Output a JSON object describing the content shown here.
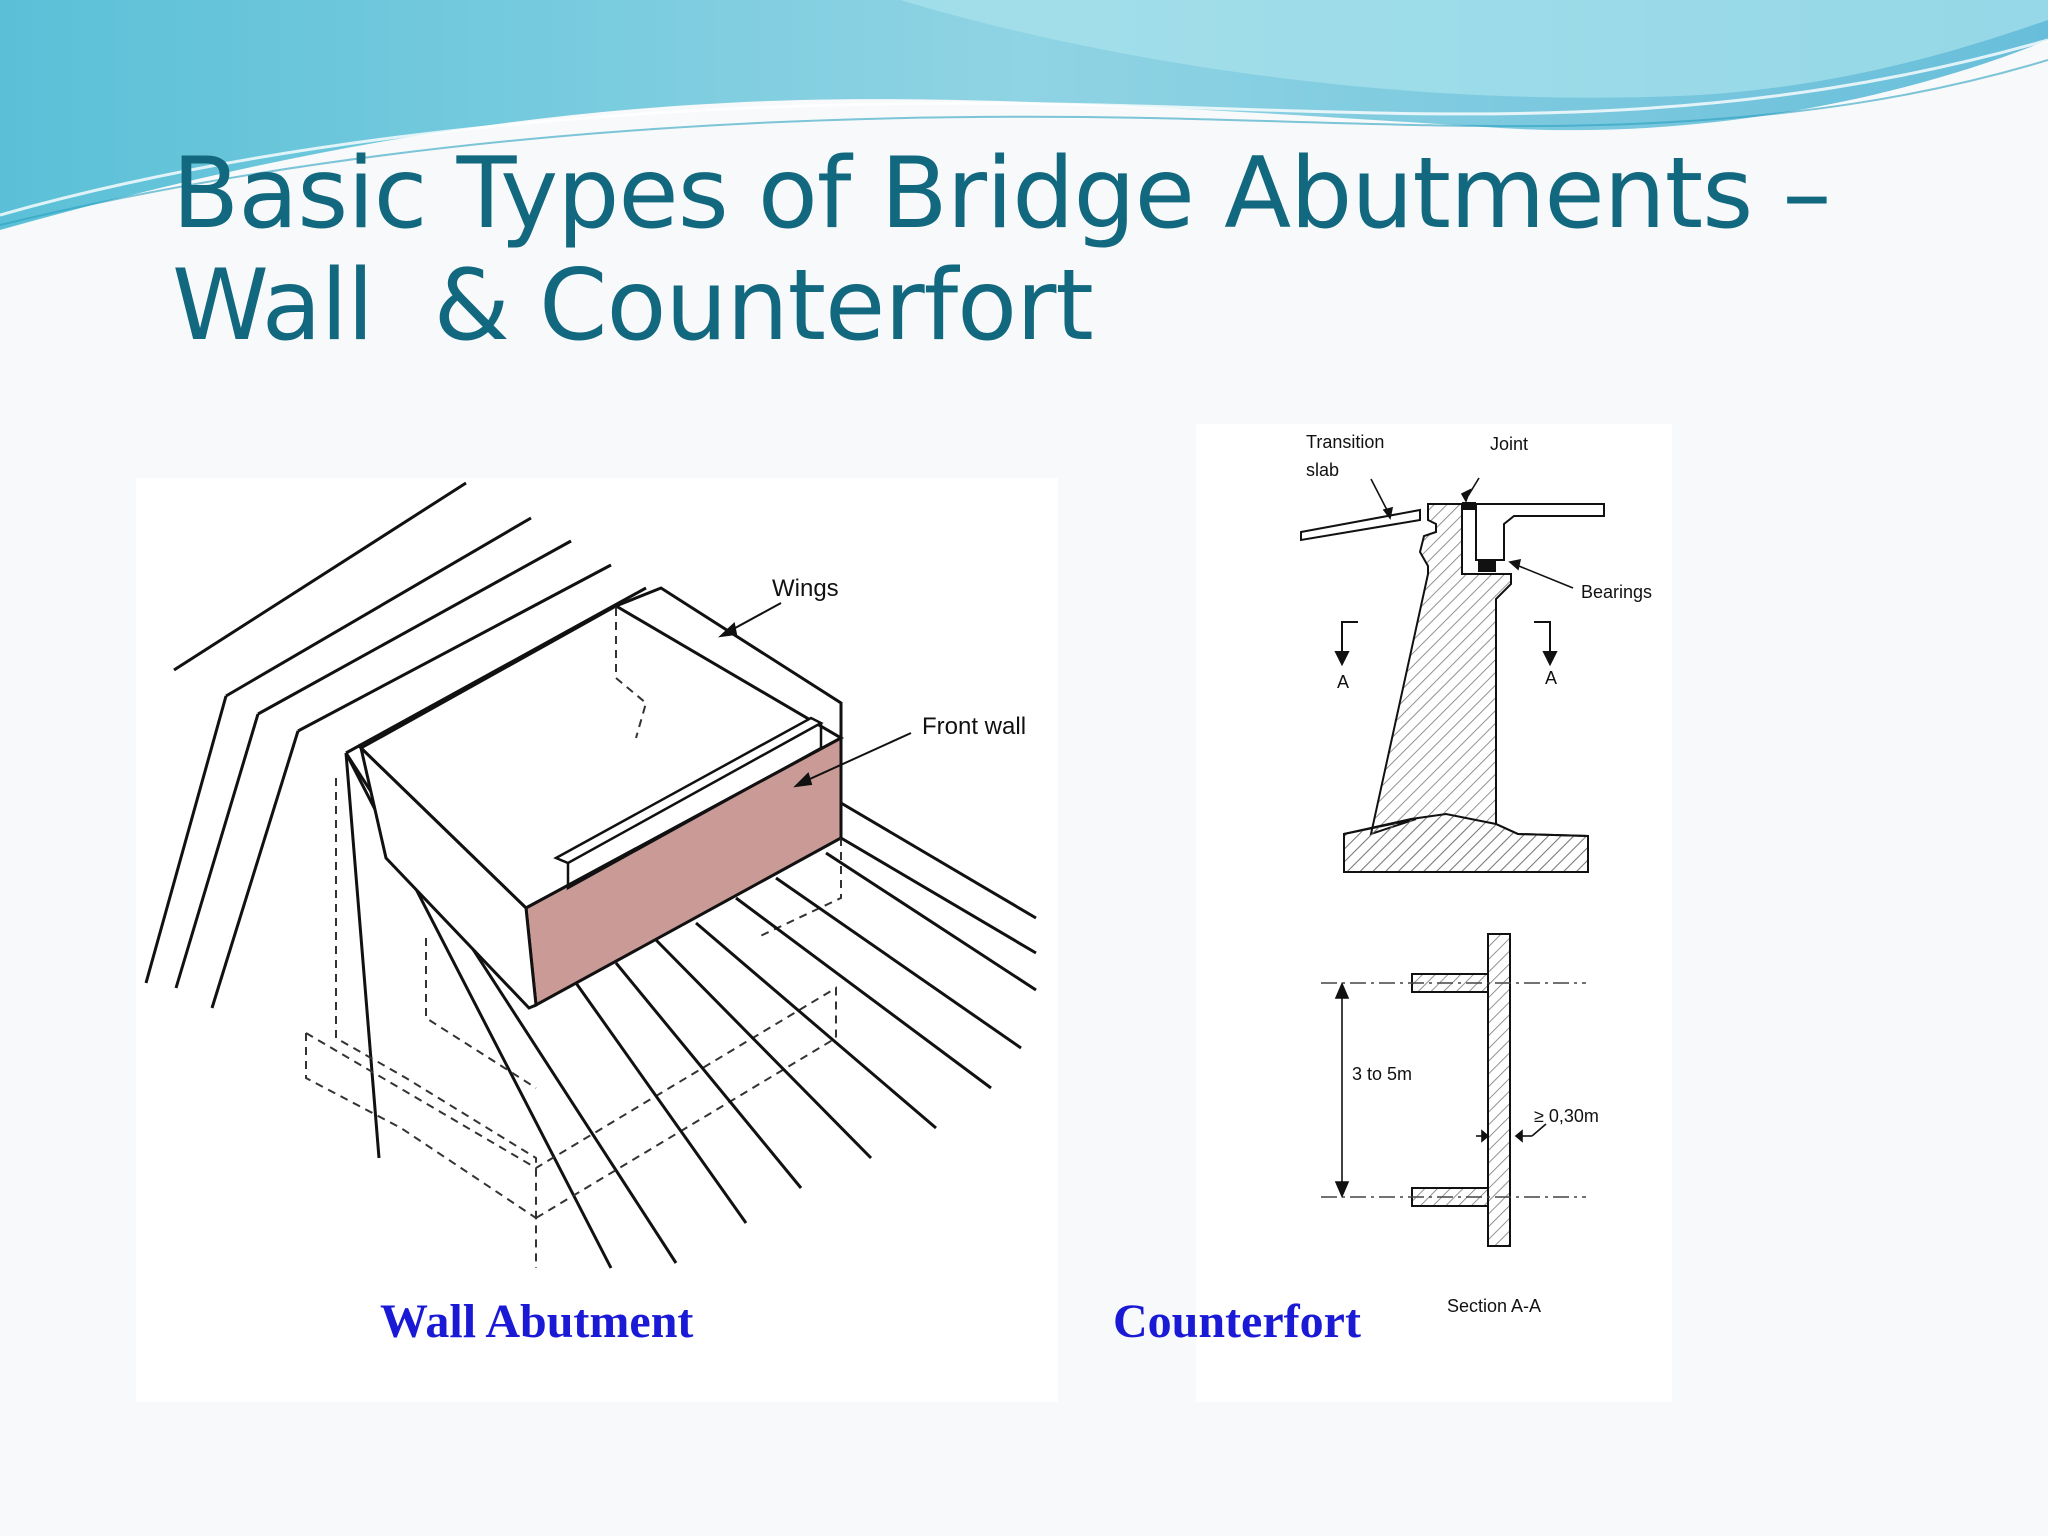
{
  "slide": {
    "title_line1": "Basic Types of Bridge Abutments –",
    "title_line2": "Wall  & Counterfort",
    "colors": {
      "title": "#12687e",
      "caption": "#1a1ad6",
      "front_wall_fill": "#c99a96",
      "wave": "#5bc0d8"
    }
  },
  "wall_figure": {
    "label_wings": "Wings",
    "label_front_wall": "Front wall",
    "caption": "Wall Abutment"
  },
  "counterfort_figure": {
    "label_transition_slab_1": "Transition",
    "label_transition_slab_2": "slab",
    "label_joint": "Joint",
    "label_bearings": "Bearings",
    "label_section_a_left": "A",
    "label_section_a_right": "A",
    "label_spacing": "3 to 5m",
    "label_thickness": "≥ 0,30m",
    "label_section": "Section  A-A",
    "caption": "Counterfort"
  }
}
